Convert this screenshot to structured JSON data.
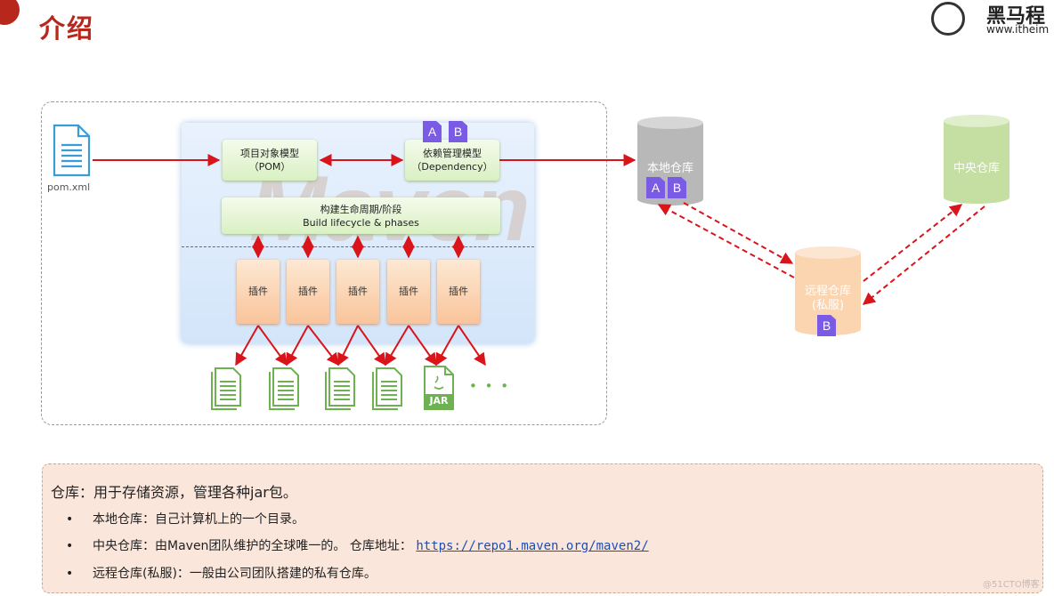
{
  "header": {
    "title": "介绍",
    "logo_text": "黑马程",
    "logo_url": "www.itheim"
  },
  "diagram": {
    "pom_file": "pom.xml",
    "pom_box": {
      "line1": "项目对象模型",
      "line2": "（POM）"
    },
    "dependency_box": {
      "line1": "依赖管理模型",
      "line2": "（Dependency）"
    },
    "lifecycle_box": {
      "line1": "构建生命周期/阶段",
      "line2": "Build lifecycle & phases"
    },
    "plugins": [
      "插件",
      "插件",
      "插件",
      "插件",
      "插件"
    ],
    "watermark": "Maven",
    "dep_badges": [
      "A",
      "B"
    ],
    "jar_label": "JAR",
    "ellipsis": "• • •",
    "local_repo": {
      "label": "本地仓库",
      "badges": [
        "A",
        "B"
      ]
    },
    "central_repo": {
      "label": "中央仓库"
    },
    "remote_repo": {
      "label": "远程仓库",
      "sublabel": "(私服)",
      "badge": "B"
    }
  },
  "info": {
    "heading": "仓库：用于存储资源，管理各种jar包。",
    "items": [
      {
        "text": "本地仓库：自己计算机上的一个目录。"
      },
      {
        "text": "中央仓库：由Maven团队维护的全球唯一的。 仓库地址：",
        "link": "https://repo1.maven.org/maven2/"
      },
      {
        "text": "远程仓库(私服)：一般由公司团队搭建的私有仓库。"
      }
    ],
    "bullet": "•"
  },
  "credit": "@51CTO博客",
  "colors": {
    "accent_red": "#b8271c",
    "arrow_red": "#d9141b",
    "badge_purple": "#7a5be3",
    "doc_green": "#6db150",
    "doc_blue": "#3a9bd9"
  }
}
